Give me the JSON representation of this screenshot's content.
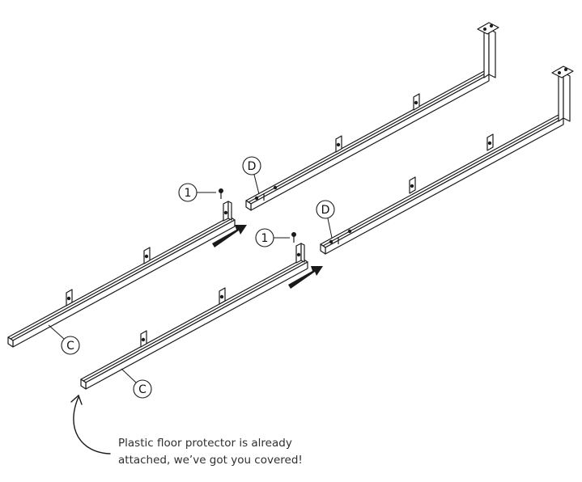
{
  "labels": {
    "part_c": "C",
    "part_d": "D",
    "screw": "1"
  },
  "note": {
    "line1": "Plastic floor protector is already",
    "line2": "attached, we’ve got you covered!"
  },
  "colors": {
    "line": "#1a1a1a",
    "arrow": "#1a1a1a",
    "text": "#2f2f2f"
  }
}
